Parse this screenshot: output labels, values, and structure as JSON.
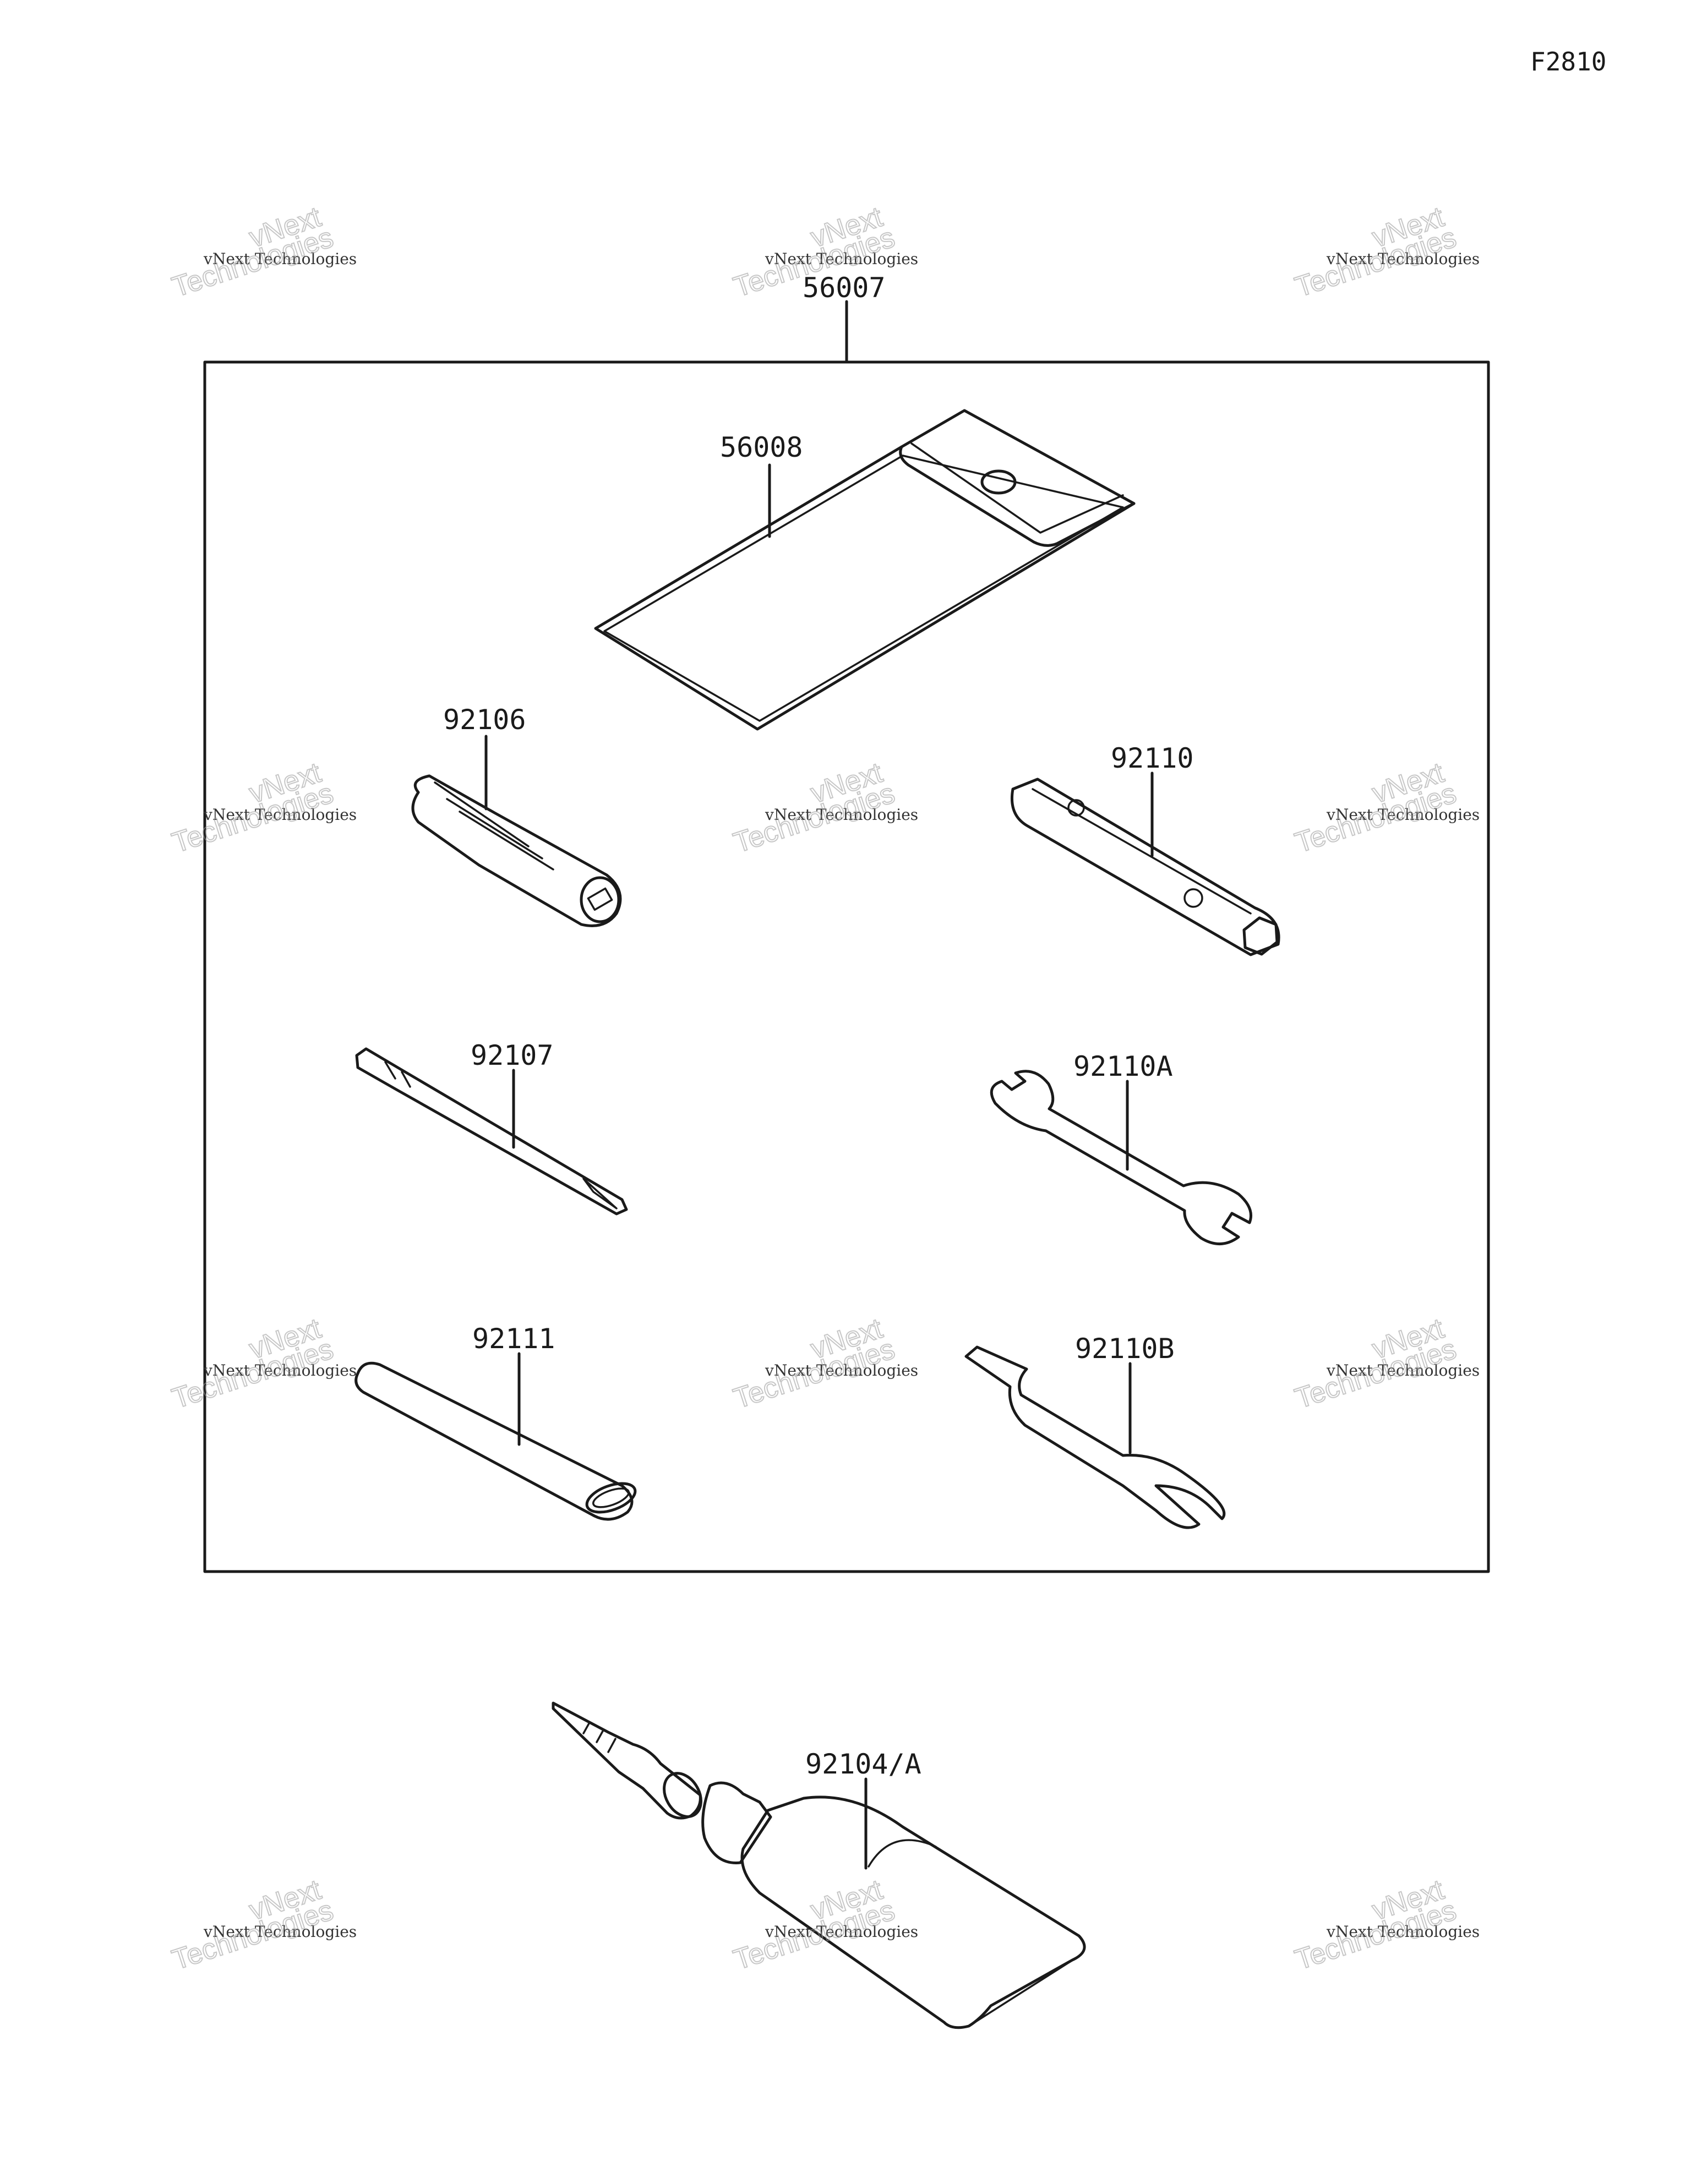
{
  "figure_code": "F2810",
  "parts": {
    "kit": "56007",
    "pouch": "56008",
    "handle": "92106",
    "screwdriver": "92107",
    "plug_wrench": "92110",
    "open_wrench": "92110A",
    "hook_wrench": "92110B",
    "extension": "92111",
    "grease_tube": "92104/A"
  },
  "watermark": {
    "line1": "vNext Technologies",
    "line2": "vNext",
    "line3": "Technologies"
  }
}
